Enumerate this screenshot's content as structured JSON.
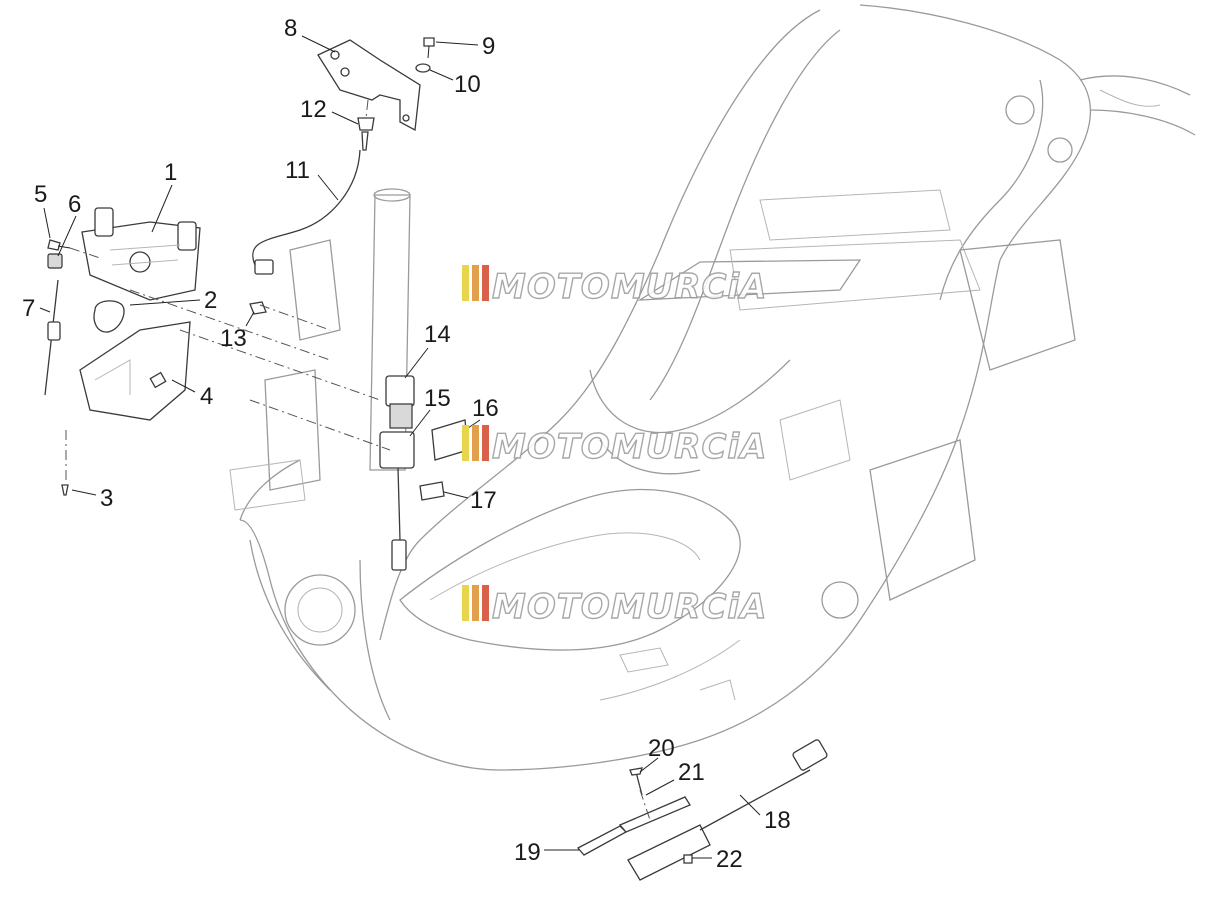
{
  "diagram": {
    "callouts": [
      {
        "n": "1"
      },
      {
        "n": "2"
      },
      {
        "n": "3"
      },
      {
        "n": "4"
      },
      {
        "n": "5"
      },
      {
        "n": "6"
      },
      {
        "n": "7"
      },
      {
        "n": "8"
      },
      {
        "n": "9"
      },
      {
        "n": "10"
      },
      {
        "n": "11"
      },
      {
        "n": "12"
      },
      {
        "n": "13"
      },
      {
        "n": "14"
      },
      {
        "n": "15"
      },
      {
        "n": "16"
      },
      {
        "n": "17"
      },
      {
        "n": "18"
      },
      {
        "n": "19"
      },
      {
        "n": "20"
      },
      {
        "n": "21"
      },
      {
        "n": "22"
      }
    ]
  },
  "watermark": {
    "text": "MOTOMURCiA",
    "stripe_colors": [
      "#e8d44d",
      "#e3a04a",
      "#d9604a"
    ]
  }
}
